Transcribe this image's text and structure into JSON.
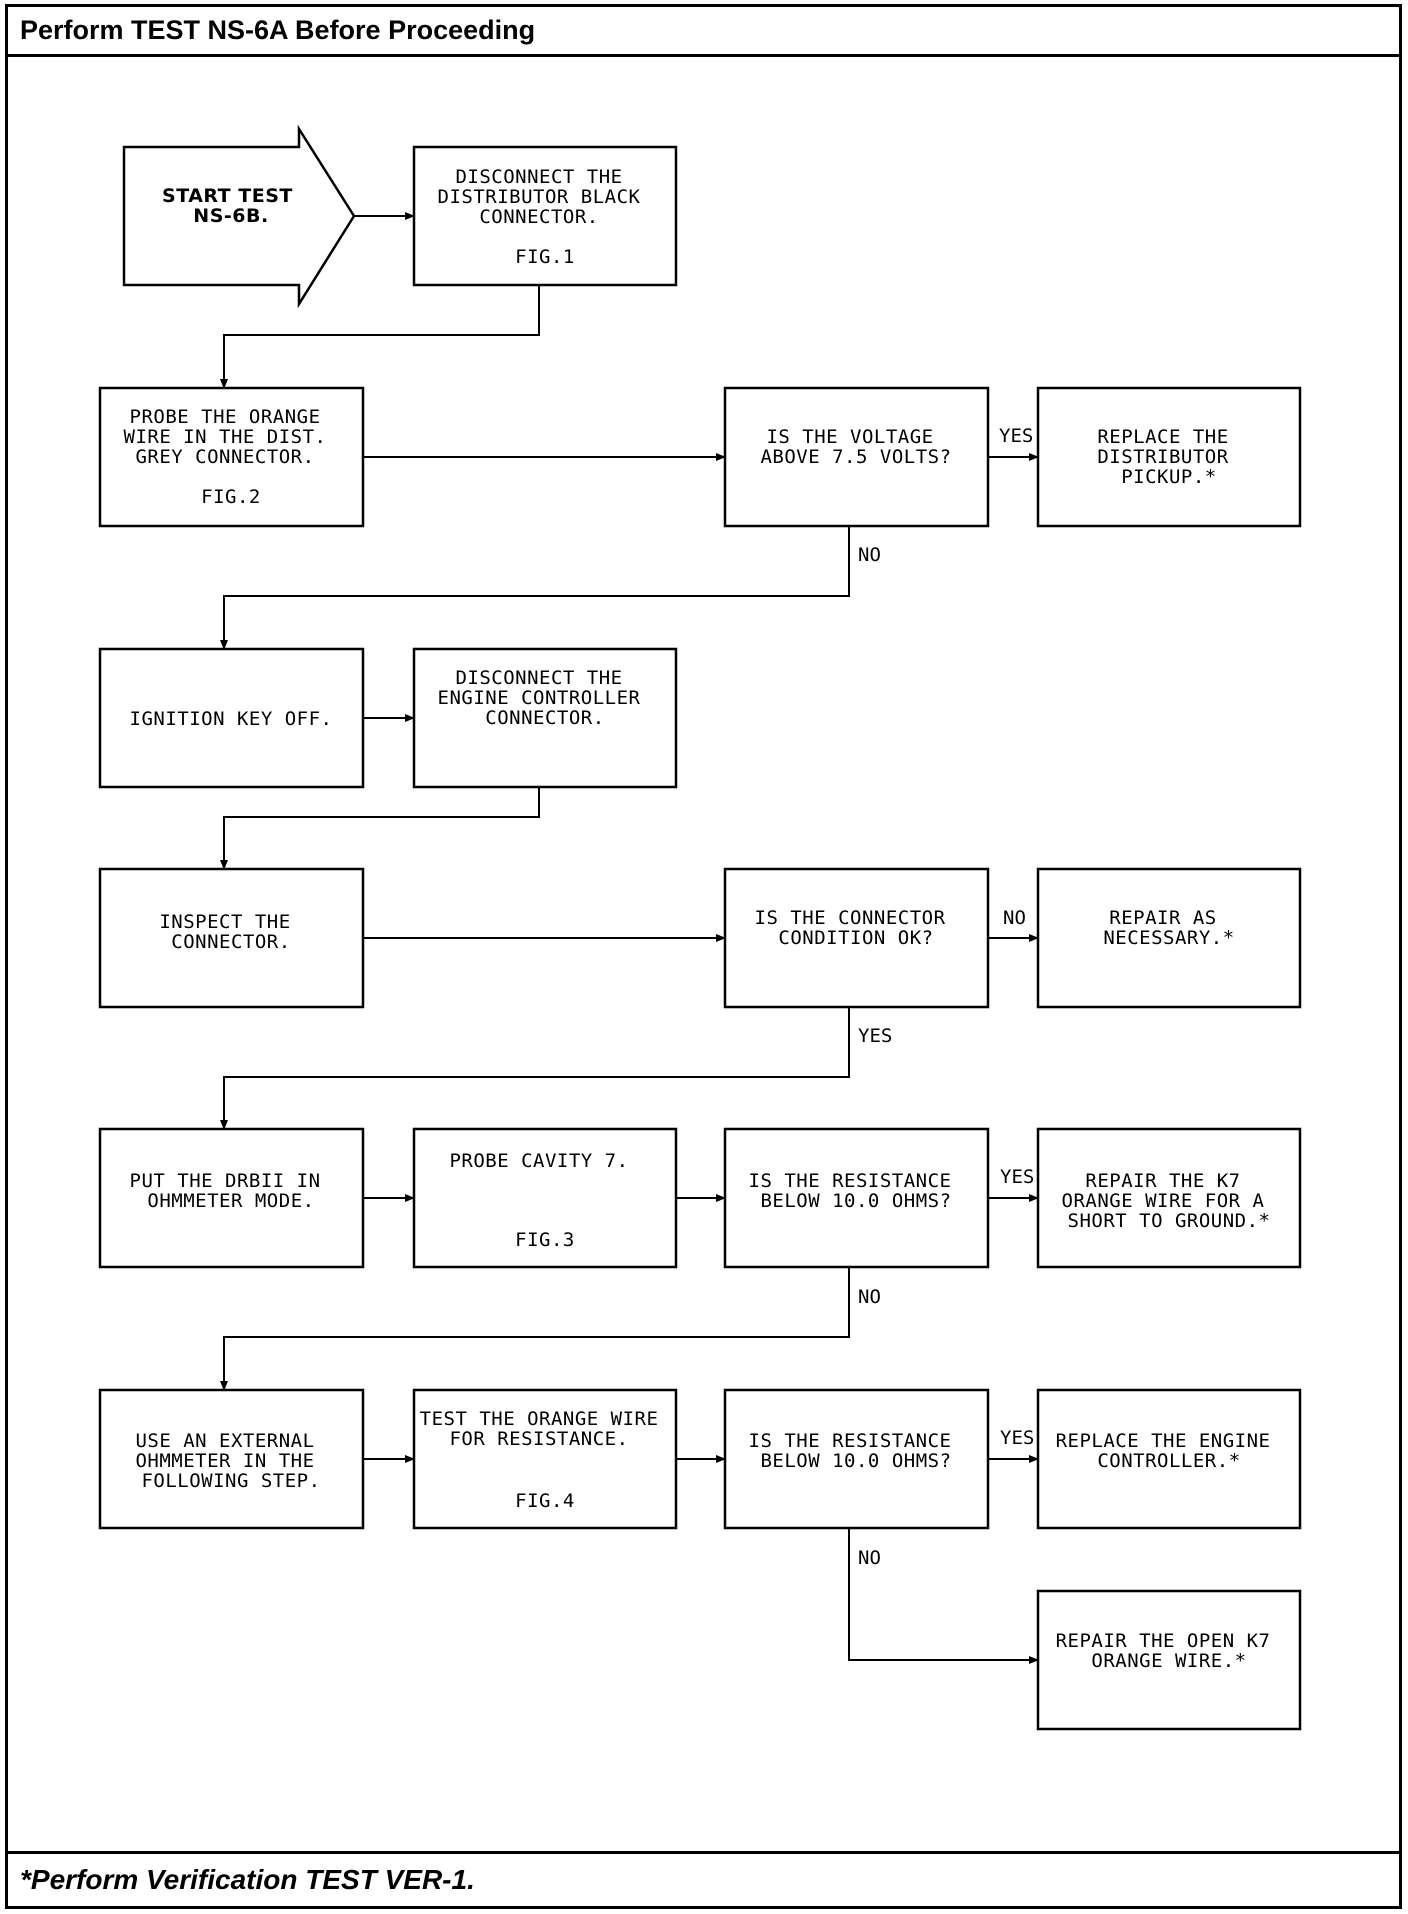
{
  "header": {
    "title": "Perform TEST NS-6A Before Proceeding"
  },
  "footer": {
    "note": "*Perform Verification TEST VER-1."
  },
  "flow": {
    "start": {
      "lines": [
        "START TEST",
        "NS-6B."
      ]
    },
    "disc_black": {
      "lines": [
        "DISCONNECT THE",
        "DISTRIBUTOR BLACK",
        "CONNECTOR."
      ],
      "fig": "FIG.1"
    },
    "probe_orange": {
      "lines": [
        "PROBE THE ORANGE",
        "WIRE IN THE DIST.",
        "GREY CONNECTOR."
      ],
      "fig": "FIG.2"
    },
    "q_voltage": {
      "lines": [
        "IS THE VOLTAGE",
        "ABOVE 7.5 VOLTS?"
      ]
    },
    "replace_pickup": {
      "lines": [
        "REPLACE THE",
        "DISTRIBUTOR",
        "PICKUP.*"
      ]
    },
    "ign_off": {
      "lines": [
        "IGNITION KEY OFF."
      ]
    },
    "disc_engine": {
      "lines": [
        "DISCONNECT THE",
        "ENGINE CONTROLLER",
        "CONNECTOR."
      ]
    },
    "inspect": {
      "lines": [
        "INSPECT THE",
        "CONNECTOR."
      ]
    },
    "q_connector": {
      "lines": [
        "IS THE CONNECTOR",
        "CONDITION OK?"
      ]
    },
    "repair_nec": {
      "lines": [
        "REPAIR AS",
        "NECESSARY.*"
      ]
    },
    "put_drb": {
      "lines": [
        "PUT THE DRBII IN",
        "OHMMETER MODE."
      ]
    },
    "probe_cav": {
      "lines": [
        "PROBE CAVITY 7."
      ],
      "fig": "FIG.3"
    },
    "q_res1": {
      "lines": [
        "IS THE RESISTANCE",
        "BELOW 10.0 OHMS?"
      ]
    },
    "repair_short": {
      "lines": [
        "REPAIR THE K7",
        "ORANGE WIRE FOR A",
        "SHORT TO GROUND.*"
      ]
    },
    "use_ext": {
      "lines": [
        "USE AN EXTERNAL",
        "OHMMETER IN THE",
        "FOLLOWING STEP."
      ]
    },
    "test_orange": {
      "lines": [
        "TEST THE ORANGE WIRE",
        "FOR RESISTANCE."
      ],
      "fig": "FIG.4"
    },
    "q_res2": {
      "lines": [
        "IS THE RESISTANCE",
        "BELOW 10.0 OHMS?"
      ]
    },
    "replace_ec": {
      "lines": [
        "REPLACE THE ENGINE",
        "CONTROLLER.*"
      ]
    },
    "repair_open": {
      "lines": [
        "REPAIR THE OPEN K7",
        "ORANGE WIRE.*"
      ]
    }
  },
  "edge_labels": {
    "voltage_yes": "YES",
    "voltage_no": "NO",
    "connector_no": "NO",
    "connector_yes": "YES",
    "res1_yes": "YES",
    "res1_no": "NO",
    "res2_yes": "YES",
    "res2_no": "NO"
  }
}
